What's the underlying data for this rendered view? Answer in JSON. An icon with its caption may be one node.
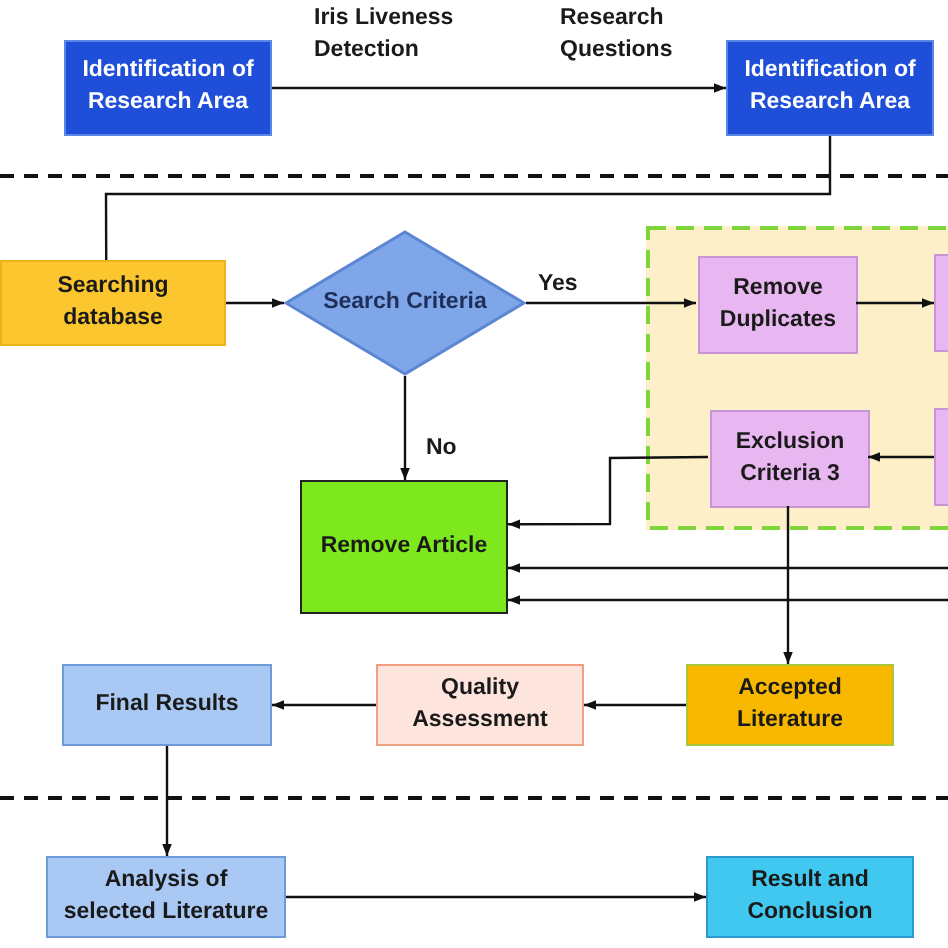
{
  "diagram": {
    "nodes": [
      {
        "text": [
          "Identification of Research Area"
        ]
      },
      {
        "text": [
          "Identification of Research Area"
        ]
      },
      {
        "text": [
          "Searching database"
        ]
      },
      {
        "text": [
          "Search Criteria"
        ]
      },
      {
        "text": [],
        "shape": "box"
      },
      {
        "text": [
          "Remove Duplicates"
        ],
        "in": 4
      },
      {
        "text": [],
        "shape": "box"
      },
      {
        "text": [
          "Exclusion Criteria 3"
        ],
        "in": 4
      },
      {
        "text": [],
        "shape": "box"
      },
      {
        "text": [
          "Remove Article"
        ]
      },
      {
        "text": [
          "Accepted Literature"
        ]
      },
      {
        "text": [
          "Quality Assessment"
        ]
      },
      {
        "text": [
          "Final Results"
        ]
      },
      {
        "text": [
          "Analysis of selected Literature"
        ]
      },
      {
        "text": [
          "Result and Conclusion"
        ]
      }
    ],
    "edges": [
      {
        "from": 0,
        "to": 1,
        "arrow": "to"
      },
      {
        "from": 1,
        "to": 2,
        "arrow": "none"
      },
      {
        "from": 2,
        "to": 3,
        "arrow": "to"
      },
      {
        "from": 3,
        "to": 5,
        "arrow": "to",
        "label": "Yes"
      },
      {
        "from": 3,
        "to": 9,
        "arrow": "to",
        "label": "No"
      },
      {
        "from": 5,
        "to": 6,
        "arrow": "to"
      },
      {
        "from": 8,
        "to": 7,
        "arrow": "to"
      },
      {
        "from": 7,
        "to": 9,
        "arrow": "to"
      },
      {
        "from": null,
        "to": 9,
        "arrow": "to"
      },
      {
        "from": null,
        "to": 9,
        "arrow": "to"
      },
      {
        "from": 7,
        "to": 10,
        "arrow": "to"
      },
      {
        "from": 10,
        "to": 11,
        "arrow": "to"
      },
      {
        "from": 11,
        "to": 12,
        "arrow": "to"
      },
      {
        "from": 12,
        "to": 13,
        "arrow": "to"
      },
      {
        "from": 13,
        "to": 14,
        "arrow": "to"
      }
    ],
    "labels": [
      "Iris Liveness Detection",
      "Research Questions"
    ]
  }
}
